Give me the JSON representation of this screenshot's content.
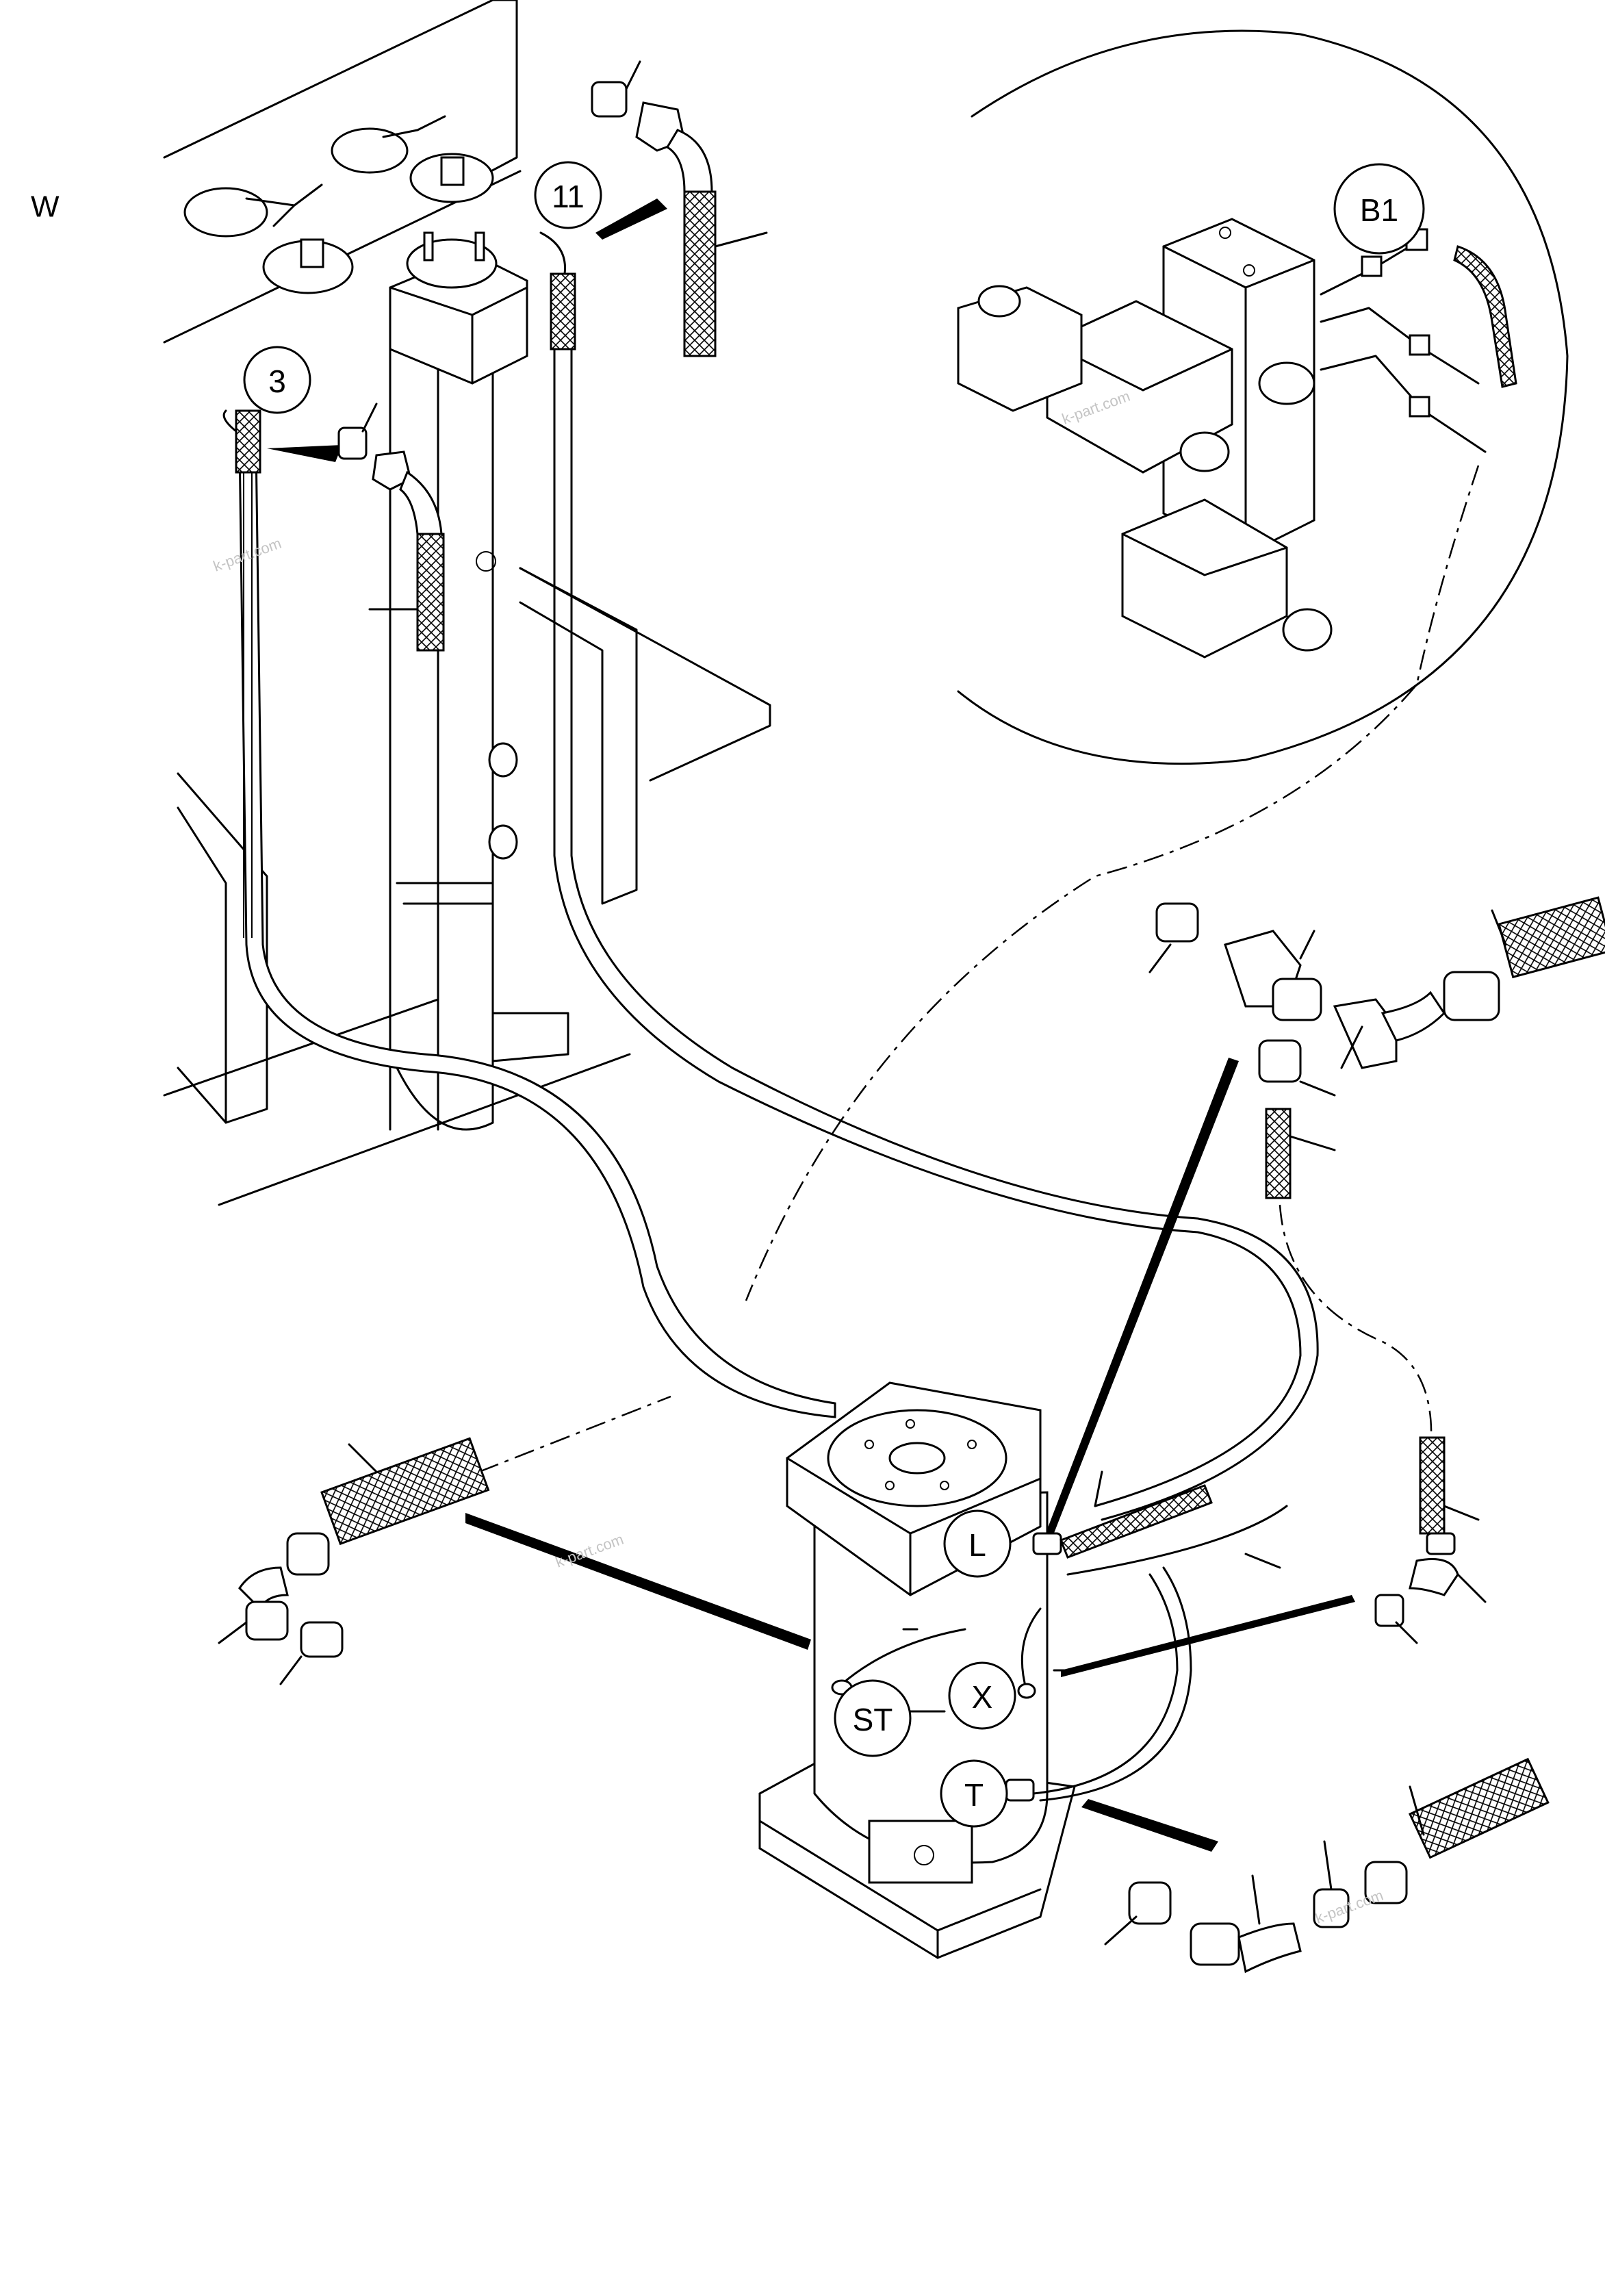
{
  "view_label": "W",
  "callouts": [
    {
      "id": "11",
      "text": "11"
    },
    {
      "id": "3",
      "text": "3"
    },
    {
      "id": "B1",
      "text": "B1"
    },
    {
      "id": "L",
      "text": "L"
    },
    {
      "id": "X",
      "text": "X"
    },
    {
      "id": "ST",
      "text": "ST"
    },
    {
      "id": "T",
      "text": "T"
    }
  ],
  "watermarks": [
    "k-part.com",
    "k-part.com",
    "k-part.com",
    "k-part.com"
  ],
  "icons": [
    "hydraulic-swivel-joint",
    "solenoid-valve-block",
    "hose-fitting",
    "elbow-fitting",
    "tee-fitting",
    "adapter-fitting"
  ]
}
